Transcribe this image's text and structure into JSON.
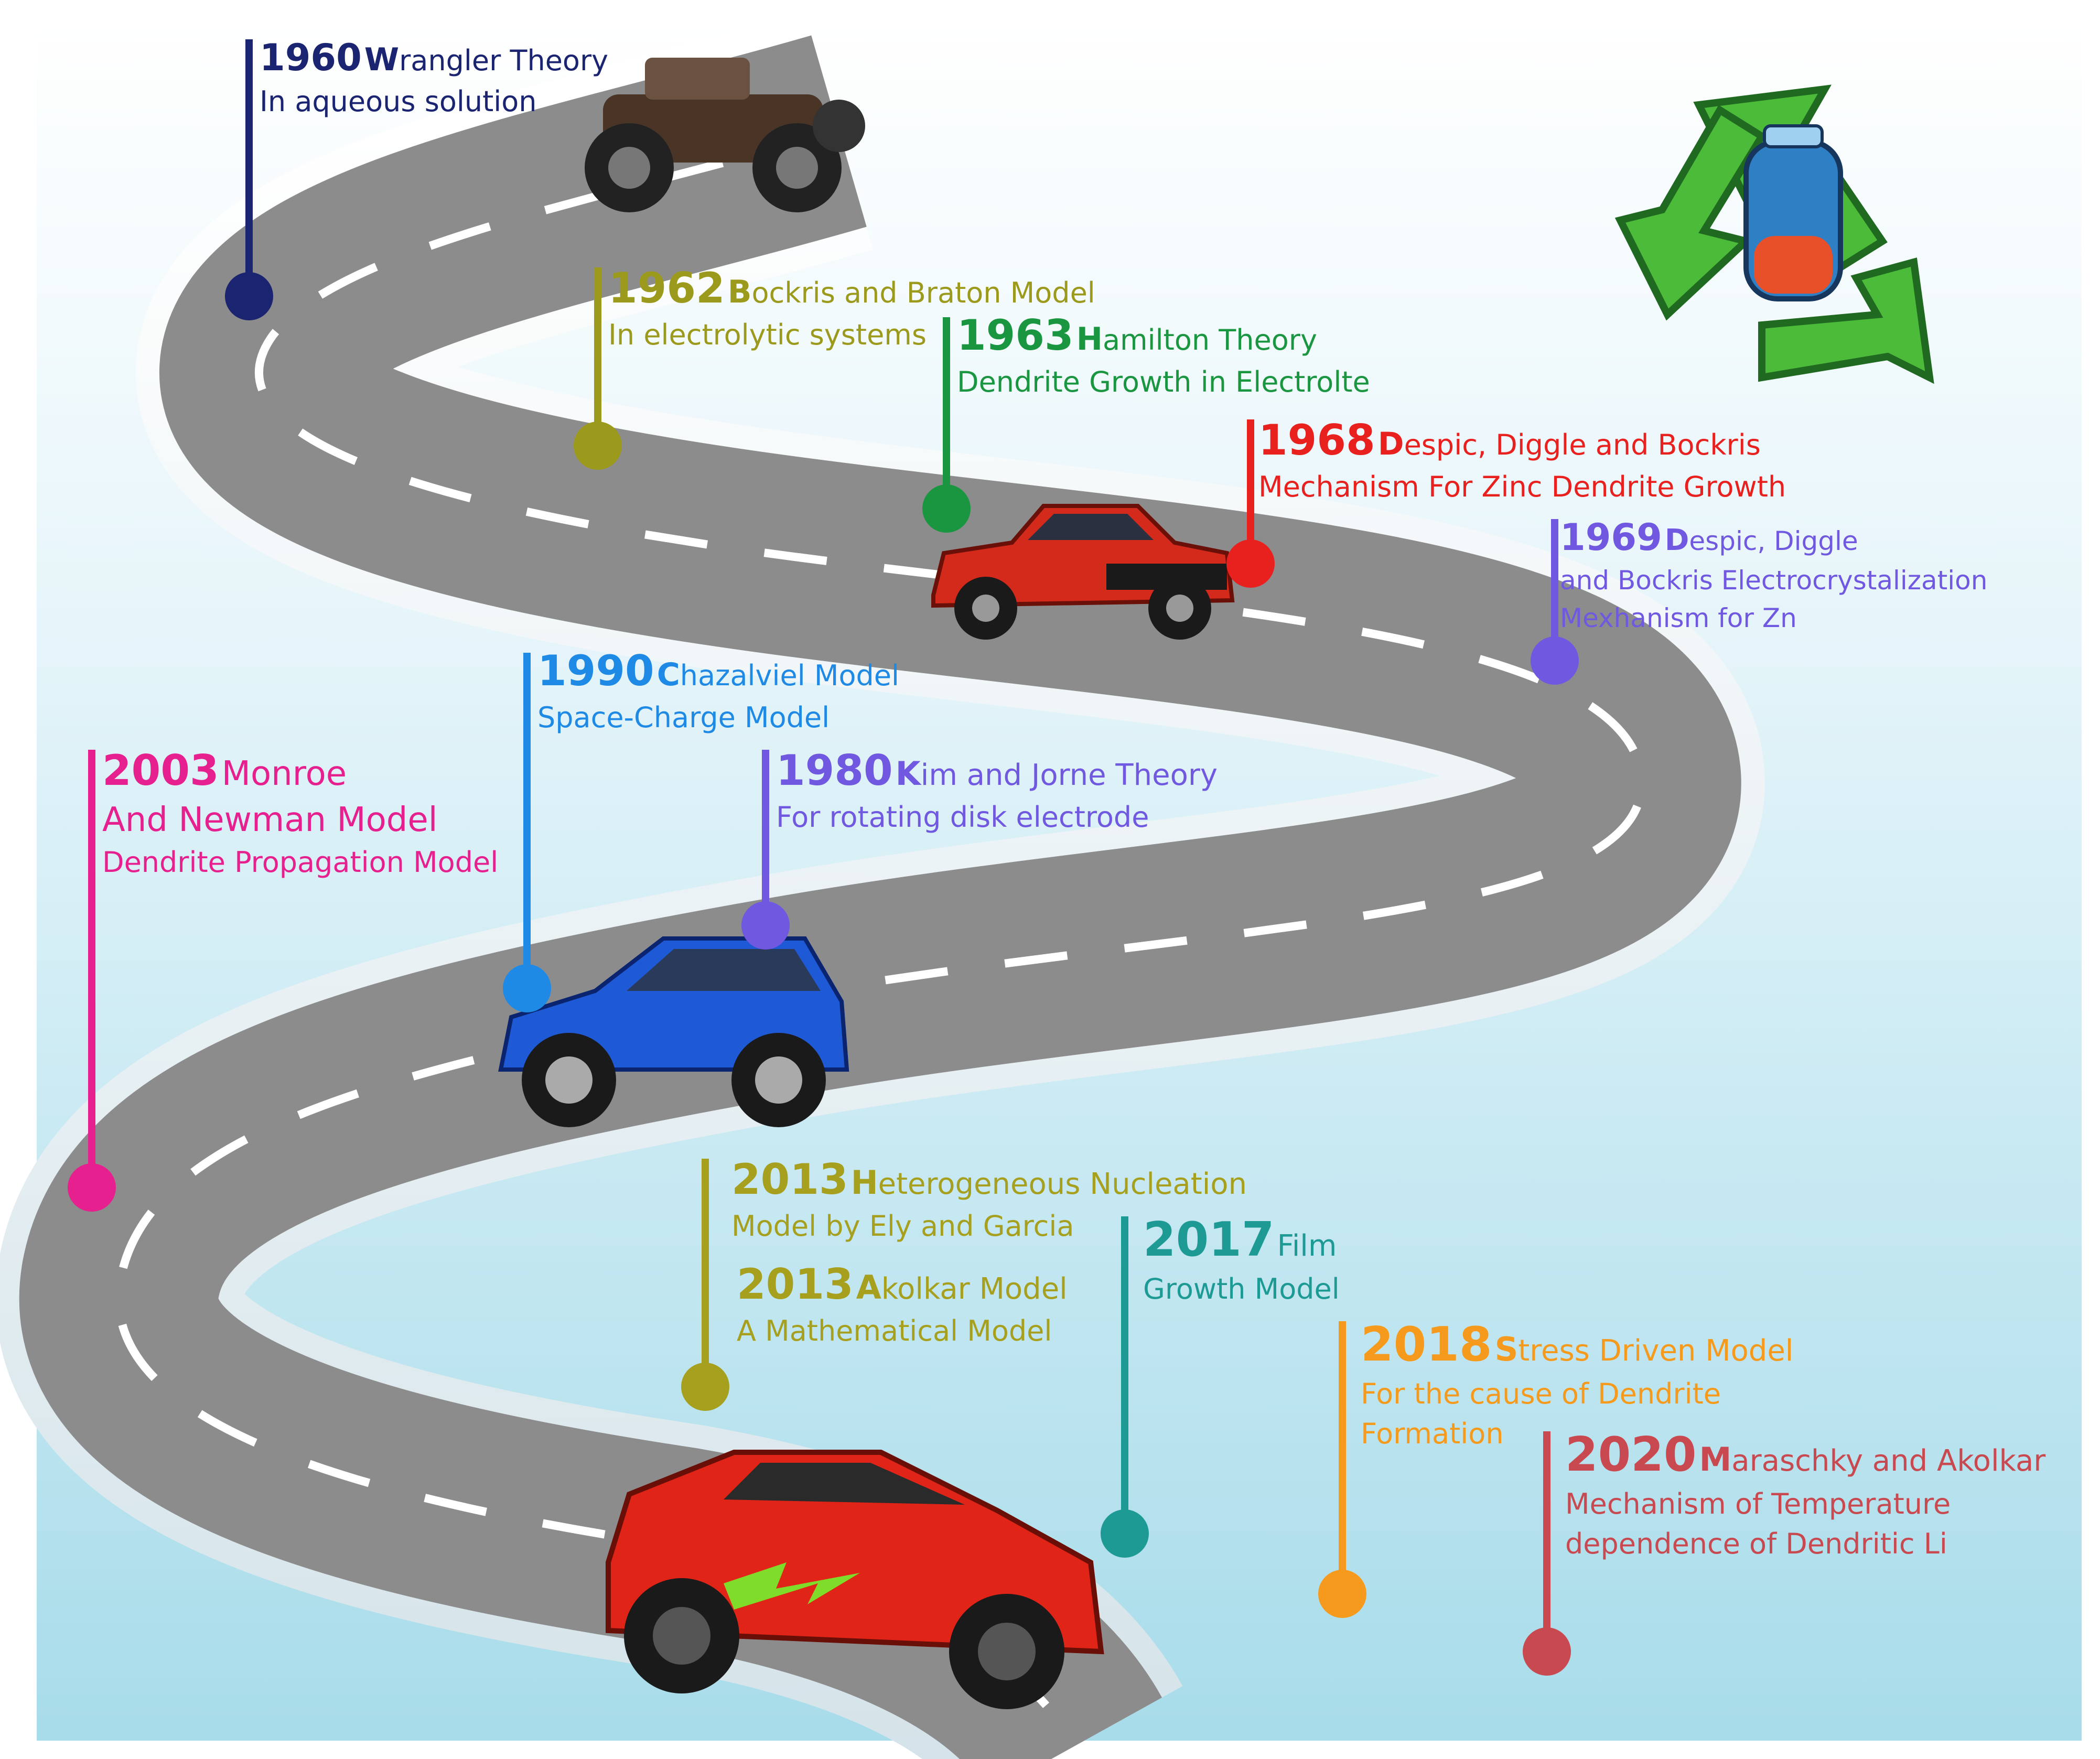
{
  "colors": {
    "sky_top": "#ffffff",
    "sky_bottom": "#a8dcea",
    "road": "#8c8c8c",
    "road_edge": "#f2f2f2",
    "lane_mark": "#ffffff",
    "recycle_green": "#4cbb3a",
    "battery_blue": "#2f7fc4"
  },
  "vehicles": {
    "vintage_car": "vintage-car-icon",
    "muscle_car": "red-muscle-car-icon",
    "hatchback": "blue-hatchback-icon",
    "electric_car": "red-electric-sports-car-icon",
    "recycle": "recycle-battery-icon"
  },
  "milestones": [
    {
      "year": "1960",
      "initial": "W",
      "title_rest": "rangler Theory",
      "sub1": "In aqueous solution",
      "sub2": "",
      "sub3": "",
      "color": "#1a2470"
    },
    {
      "year": "1962",
      "initial": "B",
      "title_rest": "ockris and Braton Model",
      "sub1": "In electrolytic systems",
      "sub2": "",
      "sub3": "",
      "color": "#9c9a1c"
    },
    {
      "year": "1963",
      "initial": "H",
      "title_rest": "amilton Theory",
      "sub1": "Dendrite Growth in Electrolte",
      "sub2": "",
      "sub3": "",
      "color": "#1a9640"
    },
    {
      "year": "1968",
      "initial": "D",
      "title_rest": "espic, Diggle and Bockris",
      "sub1": "Mechanism For Zinc Dendrite Growth",
      "sub2": "",
      "sub3": "",
      "color": "#e8201e"
    },
    {
      "year": "1969",
      "initial": "D",
      "title_rest": "espic, Diggle",
      "sub1": "and Bockris Electrocrystalization",
      "sub2": "Mexhanism for Zn",
      "sub3": "",
      "color": "#7058e0"
    },
    {
      "year": "1990",
      "initial": "C",
      "title_rest": "hazalviel Model",
      "sub1": "Space-Charge Model",
      "sub2": "",
      "sub3": "",
      "color": "#1e8ae6"
    },
    {
      "year": "1980",
      "initial": "K",
      "title_rest": "im and Jorne Theory",
      "sub1": "For rotating disk electrode",
      "sub2": "",
      "sub3": "",
      "color": "#7058e0"
    },
    {
      "year": "2003",
      "initial": "",
      "title_rest": "Monroe",
      "sub1": "And Newman Model",
      "sub2": "Dendrite Propagation Model",
      "sub3": "",
      "color": "#e6208e"
    },
    {
      "year": "2013",
      "initial": "H",
      "title_rest": "eterogeneous Nucleation",
      "sub1": "Model  by Ely and Garcia",
      "sub2": "",
      "sub3": "",
      "color": "#a6a01e"
    },
    {
      "year": "2013",
      "initial": "A",
      "title_rest": "kolkar Model",
      "sub1": "A Mathematical Model",
      "sub2": "",
      "sub3": "",
      "color": "#a6a01e"
    },
    {
      "year": "2017",
      "initial": "",
      "title_rest": "Film",
      "sub1": "Growth Model",
      "sub2": "",
      "sub3": "",
      "color": "#1e9a94"
    },
    {
      "year": "2018",
      "initial": "S",
      "title_rest": "tress Driven Model",
      "sub1": "For the cause of Dendrite",
      "sub2": "Formation",
      "sub3": "",
      "color": "#f59a1c"
    },
    {
      "year": "2020",
      "initial": "M",
      "title_rest": "araschky and Akolkar",
      "sub1": "Mechanism of Temperature",
      "sub2": "dependence of Dendritic Li",
      "sub3": "",
      "color": "#c84a50"
    }
  ]
}
